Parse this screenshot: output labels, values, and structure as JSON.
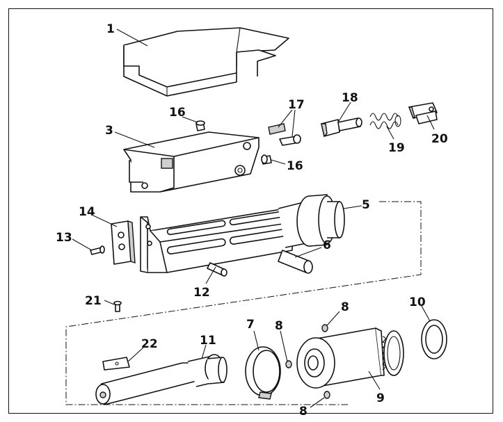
{
  "callouts": [
    {
      "id": "1",
      "text": "1"
    },
    {
      "id": "3",
      "text": "3"
    },
    {
      "id": "5",
      "text": "5"
    },
    {
      "id": "6",
      "text": "6"
    },
    {
      "id": "7",
      "text": "7"
    },
    {
      "id": "8a",
      "text": "8"
    },
    {
      "id": "8b",
      "text": "8"
    },
    {
      "id": "8c",
      "text": "8"
    },
    {
      "id": "9",
      "text": "9"
    },
    {
      "id": "10",
      "text": "10"
    },
    {
      "id": "11",
      "text": "11"
    },
    {
      "id": "12",
      "text": "12"
    },
    {
      "id": "13",
      "text": "13"
    },
    {
      "id": "14",
      "text": "14"
    },
    {
      "id": "16a",
      "text": "16"
    },
    {
      "id": "16b",
      "text": "16"
    },
    {
      "id": "17",
      "text": "17"
    },
    {
      "id": "18",
      "text": "18"
    },
    {
      "id": "19",
      "text": "19"
    },
    {
      "id": "20",
      "text": "20"
    },
    {
      "id": "21",
      "text": "21"
    },
    {
      "id": "22",
      "text": "22"
    }
  ]
}
